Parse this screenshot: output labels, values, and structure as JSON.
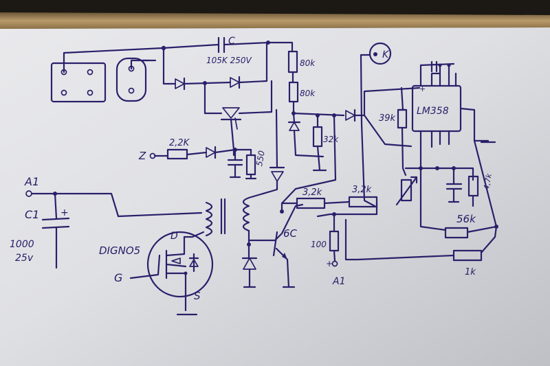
{
  "labels": {
    "cap_c": "C",
    "cap_value": "105K 250V",
    "r_80k_top": "80k",
    "r_80k_mid": "80k",
    "k_pin": "K",
    "ic": "LM358",
    "r_39k": "39k",
    "z": "Z",
    "r_22k": "2,2K",
    "r_550": "550",
    "r_32k": "32k",
    "a1_left": "A1",
    "c1": "C1",
    "plus": "+",
    "c1_value_1": "1000",
    "c1_value_2": "25v",
    "mosfet": "DIGNO5",
    "drain": "D",
    "gate": "G",
    "source": "S",
    "r_32k_a": "3,2k",
    "r_32k_b": "3,2k",
    "transistor": "6C",
    "r_100": "100",
    "a1_bottom": "A1",
    "r_47k": "4,7k",
    "r_56k": "56k",
    "r_1k": "1k"
  }
}
